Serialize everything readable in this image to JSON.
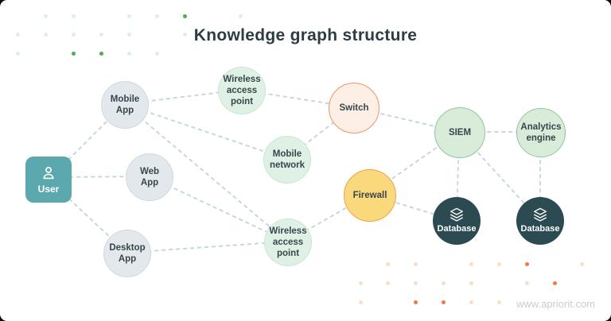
{
  "title": "Knowledge graph structure",
  "watermark": "www.apriorit.com",
  "nodes": [
    {
      "id": "user",
      "label": "User",
      "icon": "person-icon",
      "type": "user"
    },
    {
      "id": "mobile-app",
      "label": "Mobile App",
      "type": "gray"
    },
    {
      "id": "web-app",
      "label": "Web App",
      "type": "gray"
    },
    {
      "id": "desktop-app",
      "label": "Desktop App",
      "type": "gray"
    },
    {
      "id": "wireless-access-point-top",
      "label": "Wireless access point",
      "type": "mint"
    },
    {
      "id": "mobile-network",
      "label": "Mobile network",
      "type": "mint"
    },
    {
      "id": "wireless-access-point-bottom",
      "label": "Wireless access point",
      "type": "mint"
    },
    {
      "id": "switch",
      "label": "Switch",
      "type": "peach"
    },
    {
      "id": "firewall",
      "label": "Firewall",
      "type": "yellow"
    },
    {
      "id": "siem",
      "label": "SIEM",
      "type": "green"
    },
    {
      "id": "analytics-engine",
      "label": "Analytics engine",
      "type": "green"
    },
    {
      "id": "database-1",
      "label": "Database",
      "icon": "layers-icon",
      "type": "dark"
    },
    {
      "id": "database-2",
      "label": "Database",
      "icon": "layers-icon",
      "type": "dark"
    }
  ],
  "edges": [
    [
      "user",
      "mobile-app"
    ],
    [
      "user",
      "web-app"
    ],
    [
      "user",
      "desktop-app"
    ],
    [
      "mobile-app",
      "wireless-access-point-top"
    ],
    [
      "mobile-app",
      "mobile-network"
    ],
    [
      "mobile-app",
      "wireless-access-point-bottom"
    ],
    [
      "web-app",
      "wireless-access-point-bottom"
    ],
    [
      "desktop-app",
      "wireless-access-point-bottom"
    ],
    [
      "wireless-access-point-top",
      "switch"
    ],
    [
      "mobile-network",
      "switch"
    ],
    [
      "switch",
      "siem"
    ],
    [
      "wireless-access-point-bottom",
      "firewall"
    ],
    [
      "firewall",
      "siem"
    ],
    [
      "firewall",
      "database-1"
    ],
    [
      "siem",
      "analytics-engine"
    ],
    [
      "siem",
      "database-1"
    ],
    [
      "siem",
      "database-2"
    ],
    [
      "analytics-engine",
      "database-2"
    ]
  ],
  "colors": {
    "background": "#ffffff",
    "title_text": "#2d3c44",
    "node_text": "#37464d",
    "edge": "#c7d7db",
    "user_node": "#5ba8ae",
    "gray_node": "#e3e8ed",
    "mint_node": "#def1e4",
    "green_node_fill": "#d9ecd9",
    "green_node_border": "#8bc79a",
    "switch_fill": "#fdefe5",
    "switch_border": "#f09369",
    "firewall_fill": "#fad87c",
    "firewall_border": "#efa14f",
    "database_node": "#2b4a52",
    "dot_green": "#4cae50",
    "dot_green_light": "#def0de",
    "dot_orange": "#ee7a45",
    "dot_orange_light": "#fbdcc9",
    "watermark_text": "#c8cdd1"
  }
}
